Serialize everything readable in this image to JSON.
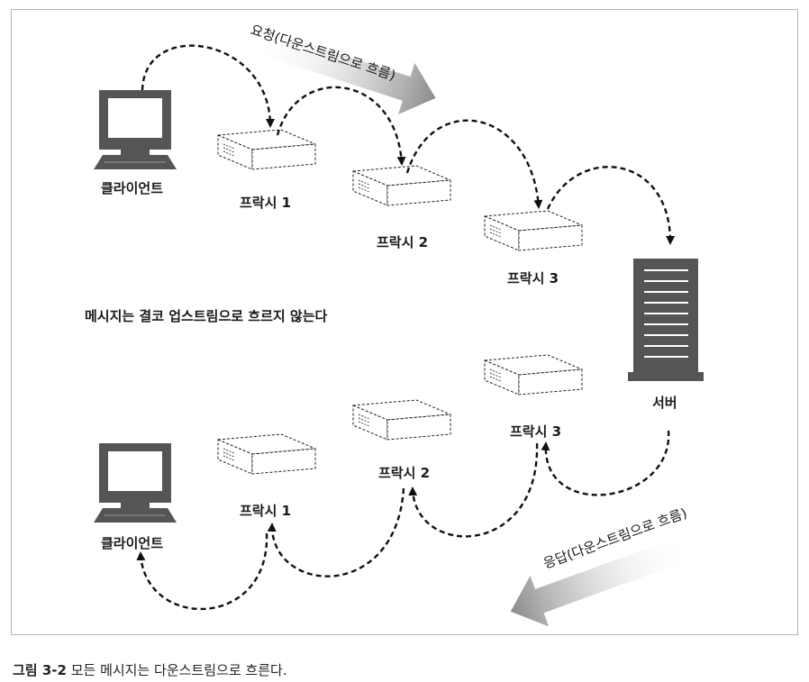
{
  "top": {
    "arrow_label": "요청(다운스트림으로 흐름)",
    "client_label": "클라이언트",
    "proxy1_label": "프락시 1",
    "proxy2_label": "프락시 2",
    "proxy3_label": "프락시 3"
  },
  "middle_note": "메시지는 결코 업스트림으로 흐르지 않는다",
  "bottom": {
    "server_label": "서버",
    "proxy1_label": "프락시 1",
    "proxy2_label": "프락시 2",
    "proxy3_label": "프락시 3",
    "client_label": "클라이언트",
    "arrow_label": "응답(다운스트림으로 흐름)"
  },
  "caption": {
    "number": "그림 3-2",
    "text": "모든 메시지는 다운스트림으로 흐른다."
  }
}
